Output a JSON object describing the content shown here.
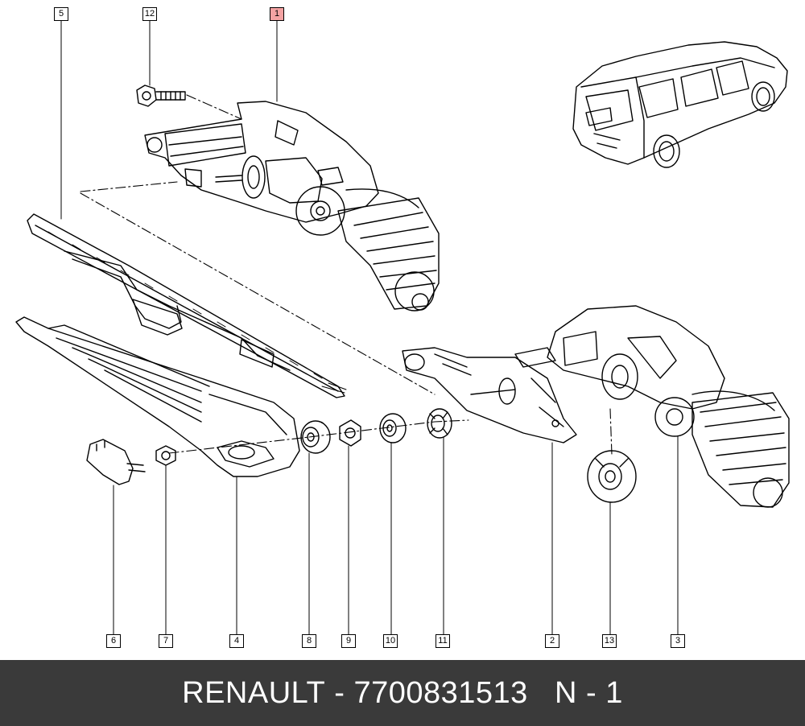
{
  "diagram": {
    "callouts": [
      {
        "id": "c5",
        "label": "5",
        "highlight": false
      },
      {
        "id": "c12",
        "label": "12",
        "highlight": false
      },
      {
        "id": "c1",
        "label": "1",
        "highlight": true
      },
      {
        "id": "c6",
        "label": "6",
        "highlight": false
      },
      {
        "id": "c7",
        "label": "7",
        "highlight": false
      },
      {
        "id": "c4",
        "label": "4",
        "highlight": false
      },
      {
        "id": "c8",
        "label": "8",
        "highlight": false
      },
      {
        "id": "c9",
        "label": "9",
        "highlight": false
      },
      {
        "id": "c10",
        "label": "10",
        "highlight": false
      },
      {
        "id": "c11",
        "label": "11",
        "highlight": false
      },
      {
        "id": "c2",
        "label": "2",
        "highlight": false
      },
      {
        "id": "c13",
        "label": "13",
        "highlight": false
      },
      {
        "id": "c3",
        "label": "3",
        "highlight": false
      }
    ],
    "highlight_color": "#f4a3a3"
  },
  "footer": {
    "brand": "RENAULT",
    "separator1": " - ",
    "part_number": "7700831513",
    "gap": "   ",
    "ref": "N - 1"
  }
}
